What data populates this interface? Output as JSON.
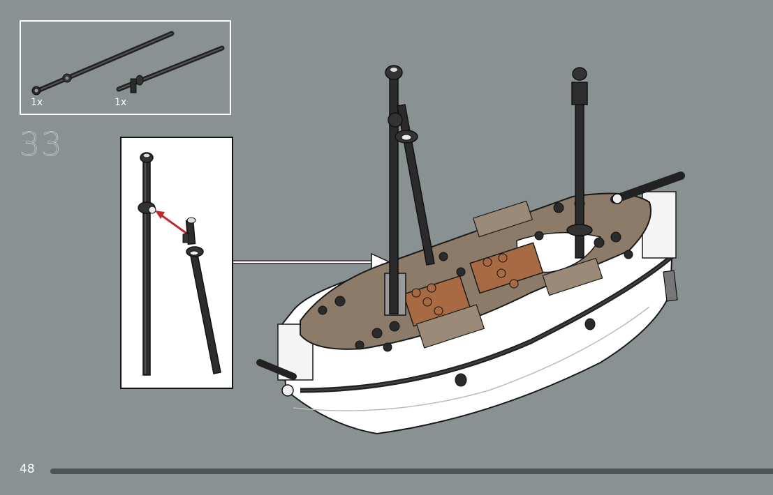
{
  "parts_list": {
    "items": [
      {
        "quantity": "1x",
        "icon": "bar-with-clip-icon"
      },
      {
        "quantity": "1x",
        "icon": "bar-with-bar-holder-icon"
      }
    ]
  },
  "step": {
    "number": "33"
  },
  "page": {
    "number": "48",
    "progress": 1.0
  },
  "colors": {
    "background": "#8a9193",
    "hull": "#ffffff",
    "deck": "#8c7b68",
    "mast": "#2b2b2b",
    "tile_orange": "#a86a42",
    "arrow": "#c0272d"
  }
}
